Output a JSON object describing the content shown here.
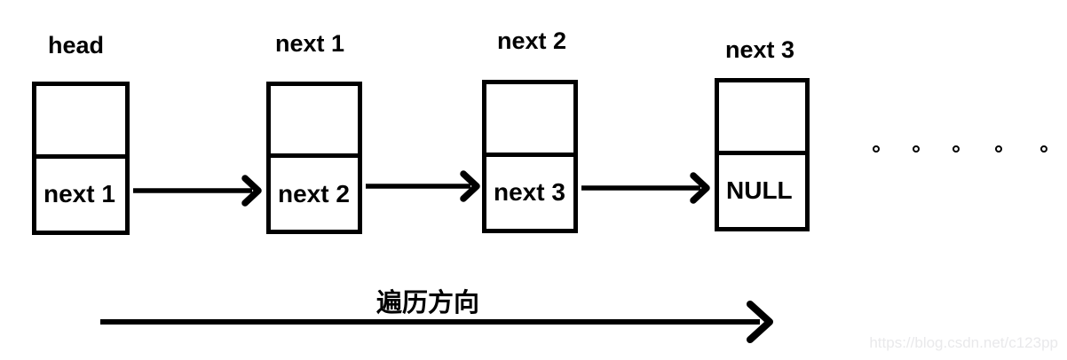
{
  "diagram": {
    "description": "singly linked list traversal",
    "nodes": [
      {
        "label": "head",
        "pointer": "next 1"
      },
      {
        "label": "next 1",
        "pointer": "next 2"
      },
      {
        "label": "next 2",
        "pointer": "next 3"
      },
      {
        "label": "next 3",
        "pointer": "NULL"
      }
    ],
    "ellipsis_dot_count": 5,
    "direction_label": "遍历方向",
    "watermark": "https://blog.csdn.net/c123pp",
    "colors": {
      "line": "#000000",
      "watermark": "#e9e9eb",
      "background": "#ffffff"
    }
  }
}
